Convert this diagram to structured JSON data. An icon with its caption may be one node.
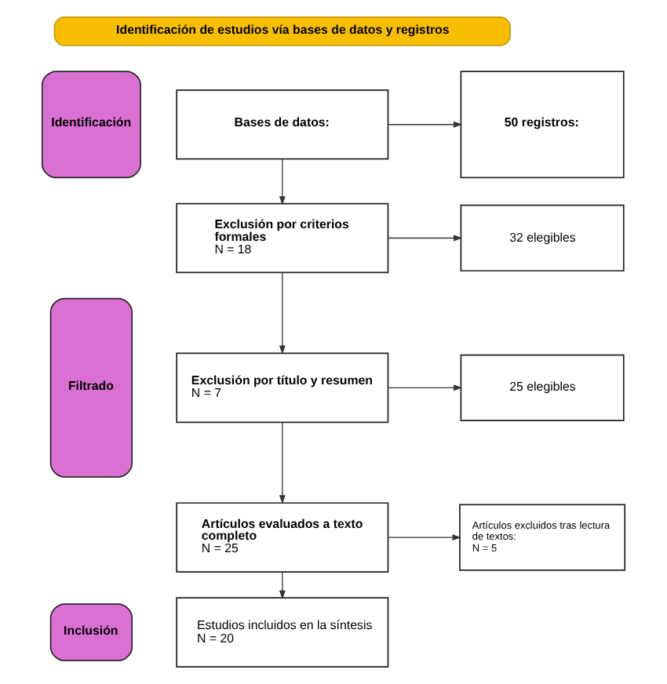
{
  "diagram": {
    "nodes": [
      {
        "text": [
          "Identificación de estudios vía bases de datos y registros"
        ]
      },
      {
        "text": [
          "Identificación"
        ]
      },
      {
        "text": [
          "Bases de datos:"
        ]
      },
      {
        "text": [
          "50 registros:"
        ]
      },
      {
        "text": [
          "Filtrado"
        ]
      },
      {
        "text": [
          "Exclusión por criterios formales",
          "N = 18"
        ]
      },
      {
        "text": [
          "32 elegibles"
        ]
      },
      {
        "text": [
          "Exclusión por título y resumen",
          "N = 7"
        ]
      },
      {
        "text": [
          "25 elegibles"
        ]
      },
      {
        "text": [
          "Artículos evaluados a texto completo",
          "N = 25"
        ]
      },
      {
        "text": [
          "Artículos excluidos tras lectura de textos:",
          "N = 5"
        ]
      },
      {
        "text": [
          "Inclusión"
        ]
      },
      {
        "text": [
          "Estudios incluidos en la síntesis",
          "N = 20"
        ]
      }
    ],
    "edges": [
      {
        "from": 2,
        "to": 3,
        "arrow": "to"
      },
      {
        "from": 2,
        "to": 5,
        "arrow": "to"
      },
      {
        "from": 5,
        "to": 6,
        "arrow": "to"
      },
      {
        "from": 5,
        "to": 7,
        "arrow": "to"
      },
      {
        "from": 7,
        "to": 8,
        "arrow": "to"
      },
      {
        "from": 7,
        "to": 9,
        "arrow": "to"
      },
      {
        "from": 9,
        "to": 10,
        "arrow": "to"
      },
      {
        "from": 9,
        "to": 12,
        "arrow": "to"
      }
    ]
  }
}
